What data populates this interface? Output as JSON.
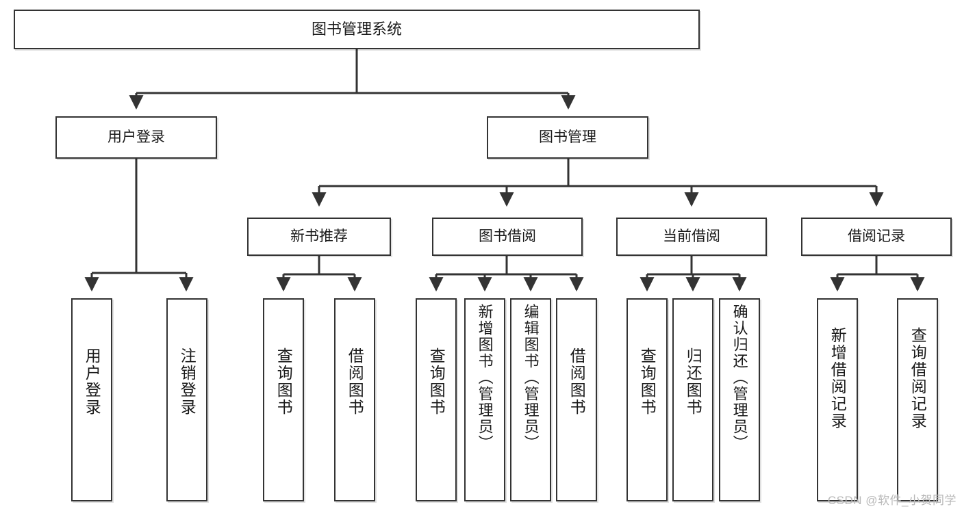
{
  "diagram": {
    "type": "tree-hierarchy-chart",
    "title": "图书管理系统",
    "stroke_color": "#333333",
    "fill_color": "#ffffff",
    "text_color": "#1a1a1a"
  },
  "nodes": {
    "root": {
      "label": "图书管理系统",
      "level": 1
    },
    "l2": [
      {
        "id": "user-login",
        "label": "用户登录"
      },
      {
        "id": "book-manage",
        "label": "图书管理"
      }
    ],
    "l3": [
      {
        "id": "new-book-rec",
        "label": "新书推荐"
      },
      {
        "id": "book-borrow",
        "label": "图书借阅"
      },
      {
        "id": "current-borrow",
        "label": "当前借阅"
      },
      {
        "id": "borrow-record",
        "label": "借阅记录"
      }
    ],
    "leaves": {
      "user_login": [
        {
          "id": "leaf-user-login",
          "label": "用户登录"
        },
        {
          "id": "leaf-logout-login",
          "label": "注销登录"
        }
      ],
      "new_book_rec": [
        {
          "id": "leaf-query-book-1",
          "label": "查询图书"
        },
        {
          "id": "leaf-borrow-book-1",
          "label": "借阅图书"
        }
      ],
      "book_borrow": [
        {
          "id": "leaf-query-book-2",
          "label": "查询图书"
        },
        {
          "id": "leaf-add-book",
          "label": "新增图书（管理员）"
        },
        {
          "id": "leaf-edit-book",
          "label": "编辑图书（管理员）"
        },
        {
          "id": "leaf-borrow-book-2",
          "label": "借阅图书"
        }
      ],
      "current_borrow": [
        {
          "id": "leaf-query-book-3",
          "label": "查询图书"
        },
        {
          "id": "leaf-return-book",
          "label": "归还图书"
        },
        {
          "id": "leaf-confirm-return",
          "label": "确认归还（管理员）"
        }
      ],
      "borrow_record": [
        {
          "id": "leaf-add-record",
          "label": "新增借阅记录"
        },
        {
          "id": "leaf-query-record",
          "label": "查询借阅记录"
        }
      ]
    }
  },
  "watermark": {
    "text": "CSDN @软件_小贺同学"
  }
}
